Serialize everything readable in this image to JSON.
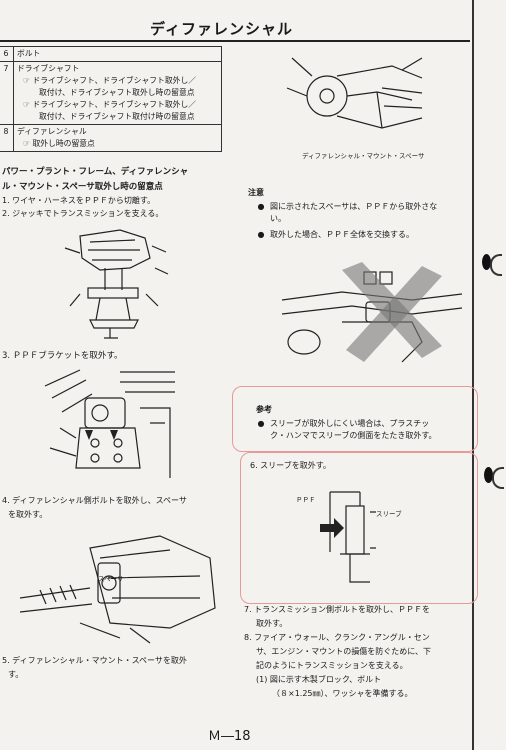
{
  "header": {
    "title": "ディファレンシャル"
  },
  "parts_table": [
    {
      "num": "6",
      "lines": [
        "ボルト"
      ]
    },
    {
      "num": "7",
      "lines": [
        "ドライブシャフト",
        "☞ ドライブシャフト、ドライブシャフト取外し／",
        "取付け、ドライブシャフト取外し時の留意点",
        "☞ ドライブシャフト、ドライブシャフト取外し／",
        "取付け、ドライブシャフト取付け時の留意点"
      ]
    },
    {
      "num": "8",
      "lines": [
        "ディファレンシャル",
        "☞ 取外し時の留意点"
      ]
    }
  ],
  "left": {
    "heading_1": "パワー・プラント・フレーム、ディファレンシャ",
    "heading_2": "ル・マウント・スペーサ取外し時の留意点",
    "step1": "1. ワイヤ・ハーネスをＰＰＦから切離す。",
    "step2": "2. ジャッキでトランスミッションを支える。",
    "step3": "3. ＰＰＦブラケットを取外す。",
    "step4a": "4. ディファレンシャル側ボルトを取外し、スペーサ",
    "step4b": "を取外す。",
    "fig4_label": "スペーサ",
    "step5a": "5. ディファレンシャル・マウント・スペーサを取外",
    "step5b": "す。"
  },
  "right": {
    "fig_caption": "ディファレンシャル・マウント・スペーサ",
    "caution_title": "注意",
    "caution1a": "図に示されたスペーサは、ＰＰＦから取外さな",
    "caution1b": "い。",
    "caution2": "取外した場合、ＰＰＦ全体を交換する。",
    "ref_title": "参考",
    "ref1a": "スリーブが取外しにくい場合は、プラスチッ",
    "ref1b": "ク・ハンマでスリーブの側面をたたき取外す。",
    "step6": "6. スリーブを取外す。",
    "fig6_ppf": "ＰＰＦ",
    "fig6_sleeve": "スリーブ",
    "step7a": "7. トランスミッション側ボルトを取外し、ＰＰＦを",
    "step7b": "取外す。",
    "step8a": "8. ファイア・ウォール、クランク・アングル・セン",
    "step8b": "サ、エンジン・マウントの損傷を防ぐために、下",
    "step8c": "記のようにトランスミッションを支える。",
    "step8d": "(1) 図に示す木製ブロック、ボルト",
    "step8e": "（８×1.25㎜）、ワッシャを準備する。"
  },
  "footer": {
    "page": "Ｍ―18"
  }
}
